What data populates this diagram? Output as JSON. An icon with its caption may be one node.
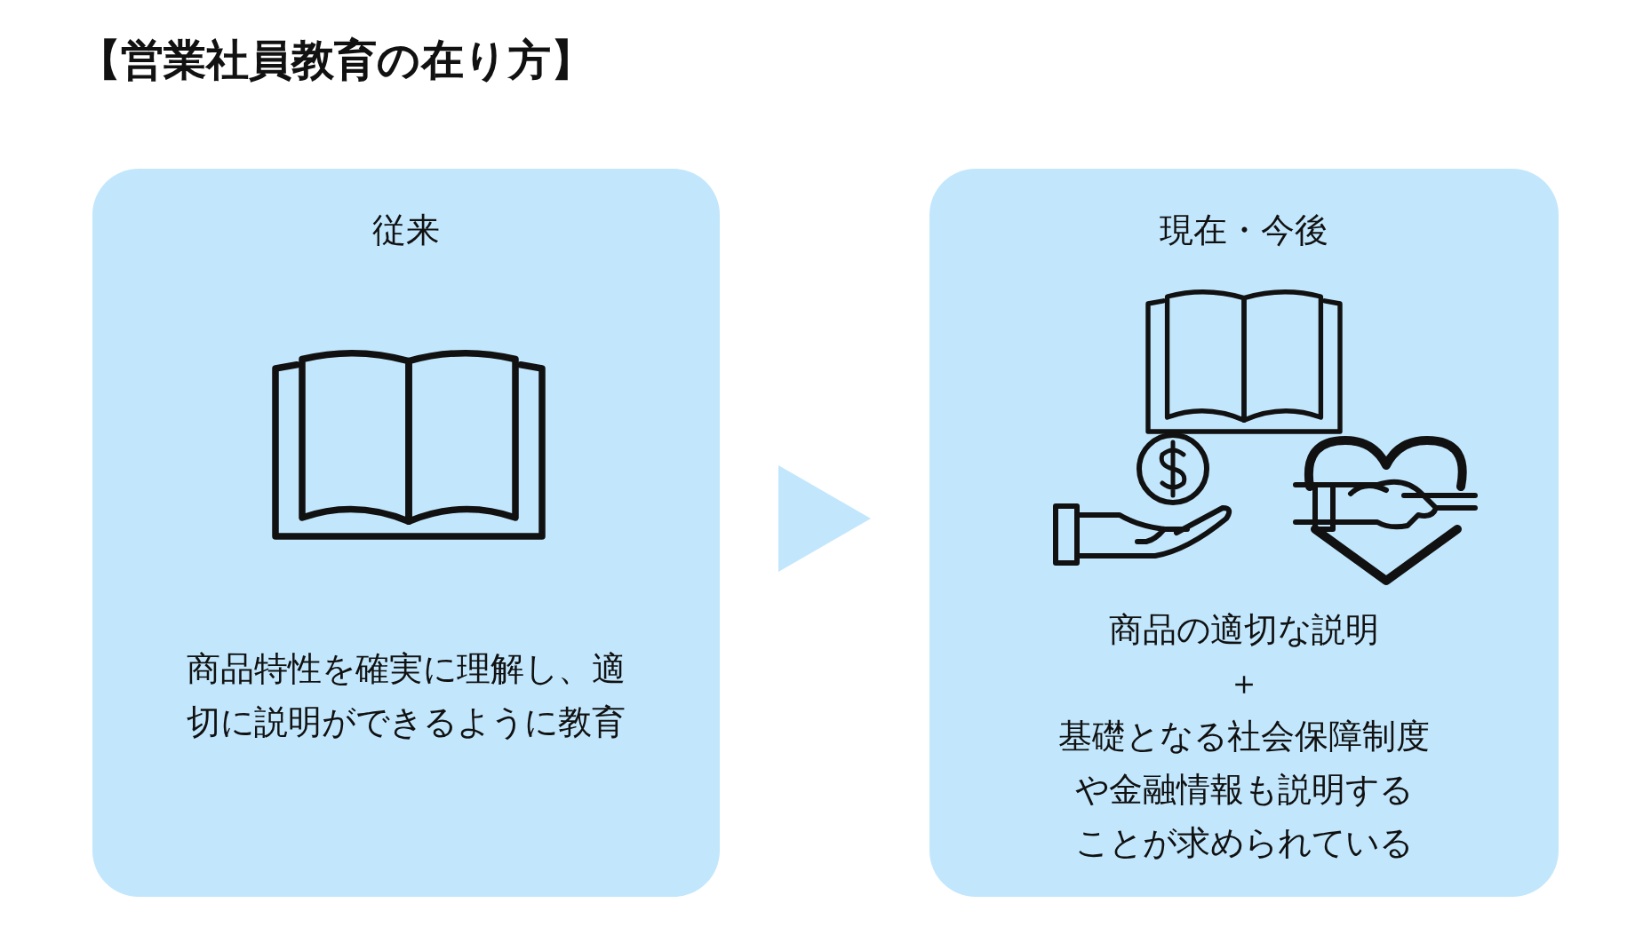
{
  "diagram": {
    "title": "【営業社員教育の在り方】",
    "nodes": [
      {
        "text": [
          "従来",
          "商品特性を確実に理解し、適切に説明ができるように教育"
        ]
      },
      {
        "text": [
          "現在・今後",
          "商品の適切な説明",
          "＋",
          "基礎となる社会保障制度や金融情報も説明することが求められている"
        ]
      }
    ],
    "edges": [
      {
        "from": 0,
        "to": 1,
        "arrow": "to"
      }
    ]
  }
}
